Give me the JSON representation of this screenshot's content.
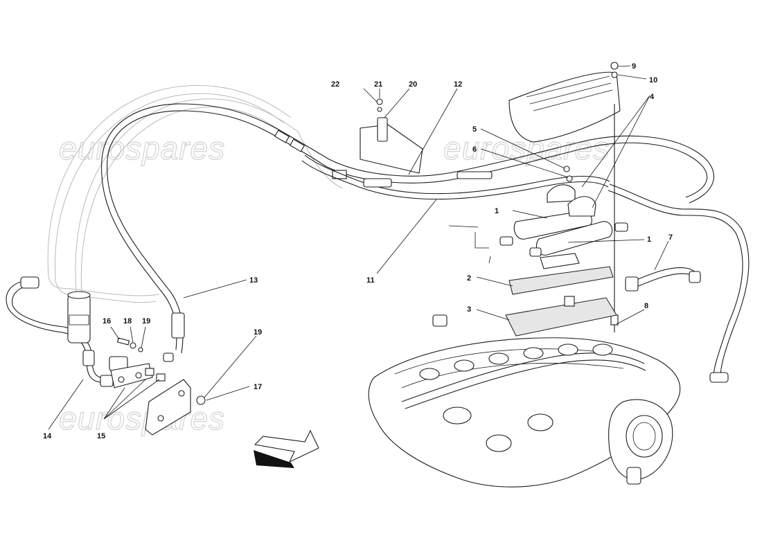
{
  "watermark": "eurospares",
  "callouts": [
    {
      "id": "c1a",
      "text": "1"
    },
    {
      "id": "c1b",
      "text": "1"
    },
    {
      "id": "c2",
      "text": "2"
    },
    {
      "id": "c3",
      "text": "3"
    },
    {
      "id": "c4",
      "text": "4"
    },
    {
      "id": "c5",
      "text": "5"
    },
    {
      "id": "c6",
      "text": "6"
    },
    {
      "id": "c7",
      "text": "7"
    },
    {
      "id": "c8",
      "text": "8"
    },
    {
      "id": "c9",
      "text": "9"
    },
    {
      "id": "c10",
      "text": "10"
    },
    {
      "id": "c11",
      "text": "11"
    },
    {
      "id": "c12",
      "text": "12"
    },
    {
      "id": "c13",
      "text": "13"
    },
    {
      "id": "c14",
      "text": "14"
    },
    {
      "id": "c15",
      "text": "15"
    },
    {
      "id": "c16",
      "text": "16"
    },
    {
      "id": "c17",
      "text": "17"
    },
    {
      "id": "c18",
      "text": "18"
    },
    {
      "id": "c19a",
      "text": "19"
    },
    {
      "id": "c19b",
      "text": "19"
    },
    {
      "id": "c20",
      "text": "20"
    },
    {
      "id": "c21",
      "text": "21"
    },
    {
      "id": "c22",
      "text": "22"
    }
  ]
}
